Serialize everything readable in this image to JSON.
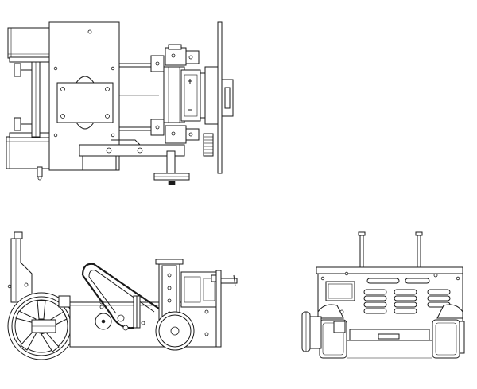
{
  "drawing": {
    "views": [
      {
        "id": "top-view",
        "kind": "plan"
      },
      {
        "id": "side-view",
        "kind": "elevation"
      },
      {
        "id": "front-view",
        "kind": "elevation"
      }
    ],
    "line_color": "#1a1a1a",
    "background": "#ffffff"
  }
}
